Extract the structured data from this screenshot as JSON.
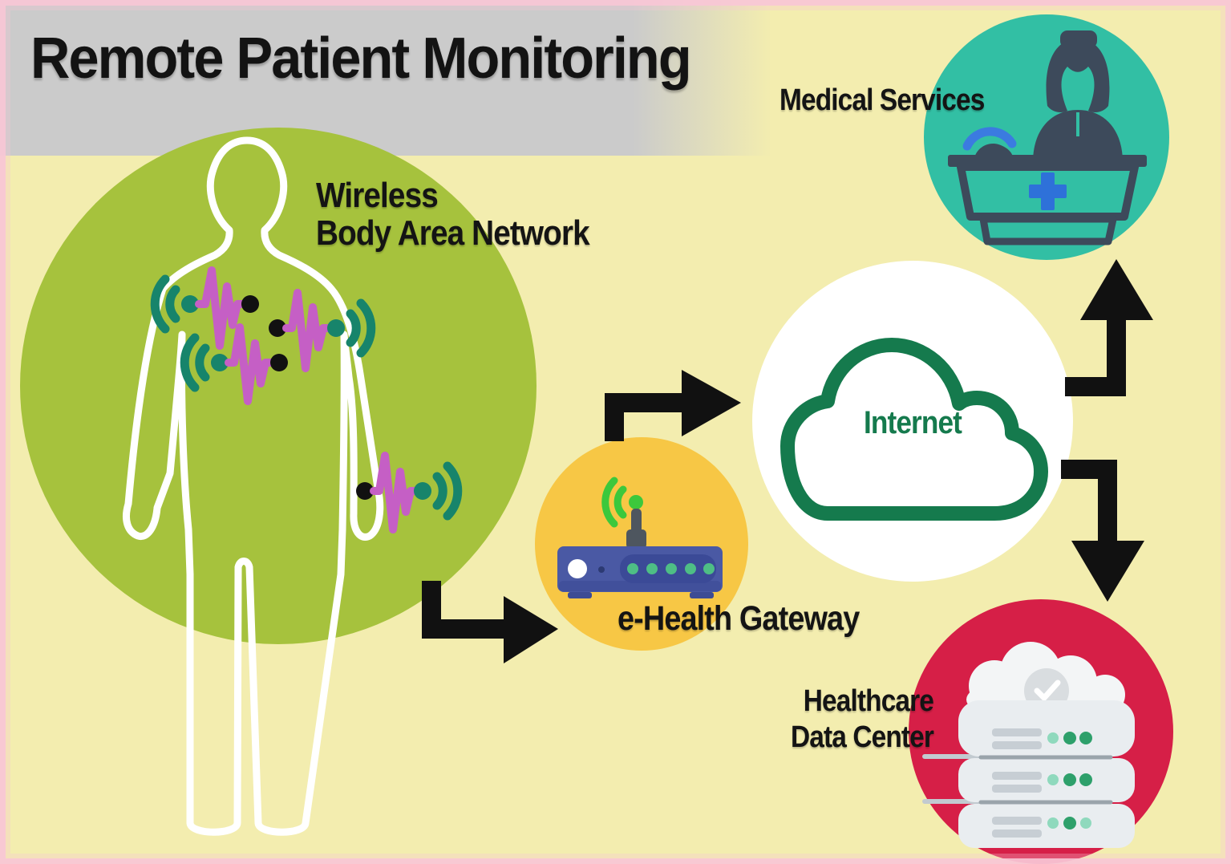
{
  "title": "Remote Patient Monitoring",
  "nodes": {
    "wban": {
      "line1": "Wireless",
      "line2": "Body Area Network"
    },
    "gateway": {
      "label": "e-Health Gateway"
    },
    "internet": {
      "label": "Internet"
    },
    "medical": {
      "label": "Medical Services"
    },
    "datacenter": {
      "line1": "Healthcare",
      "line2": "Data Center"
    }
  },
  "icons": {
    "patient": "human-body-outline-icon",
    "sensors": "wireless-body-sensor-icons",
    "gateway": "wifi-router-icon",
    "internet": "cloud-icon",
    "medical": "receptionist-at-desk-icon",
    "datacenter": "server-stack-with-cloud-icon",
    "flow": "black-elbow-arrow-icons"
  },
  "colors": {
    "background": "#F3EDAF",
    "border_pink": "#F8C6D6",
    "banner_gray": "#CBCBCB",
    "title_text": "#131313",
    "wban_circle_green": "#A6C23D",
    "body_outline_white": "#FFFFFF",
    "sensor_teal": "#17846B",
    "ecg_magenta": "#C55FC5",
    "sensor_black": "#111111",
    "gateway_circle_yellow": "#F7C745",
    "router_blue": "#4A59A4",
    "wifi_green": "#3CC83C",
    "internet_circle": "#FFFFFF",
    "cloud_green": "#157A4D",
    "medical_circle_teal": "#32BFA4",
    "figure_slate": "#3D4A5B",
    "medical_blue": "#2E71D9",
    "datacenter_circle_red": "#D61F47",
    "server_gray": "#E9EDF0",
    "server_dot_dark_green": "#2EA06B",
    "server_dot_light_green": "#8FD9BD",
    "arrow_black": "#111111"
  }
}
